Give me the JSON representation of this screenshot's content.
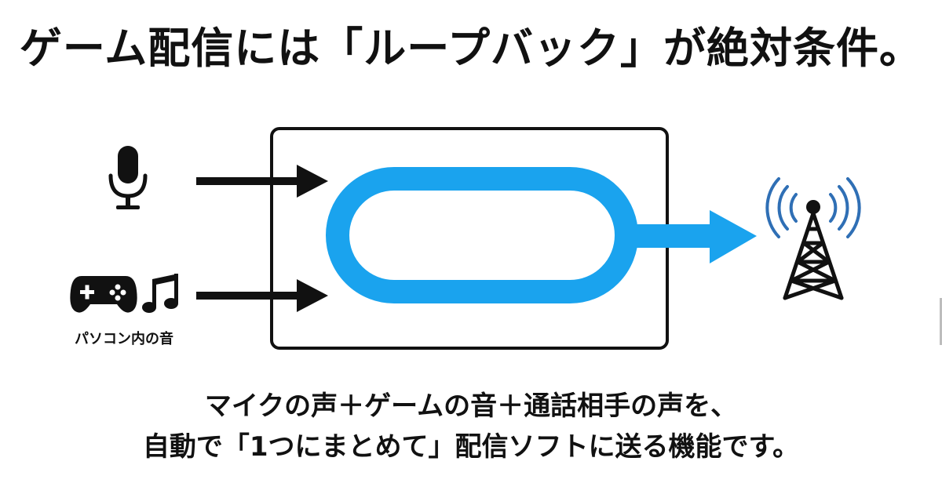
{
  "title": "ゲーム配信には「ループバック」が絶対条件。",
  "diagram": {
    "pc_audio_label": "パソコン内の音",
    "colors": {
      "loop": "#1aa3ee",
      "stroke": "#111111",
      "tower_waves": "#2f6fb5"
    },
    "icons": {
      "mic": "microphone-icon",
      "gamepad": "gamepad-icon",
      "music": "music-note-icon",
      "tower": "broadcast-tower-icon"
    }
  },
  "caption": {
    "line1": "マイクの声＋ゲームの音＋通話相手の声を、",
    "line2": "自動で「1つにまとめて」配信ソフトに送る機能です。"
  }
}
